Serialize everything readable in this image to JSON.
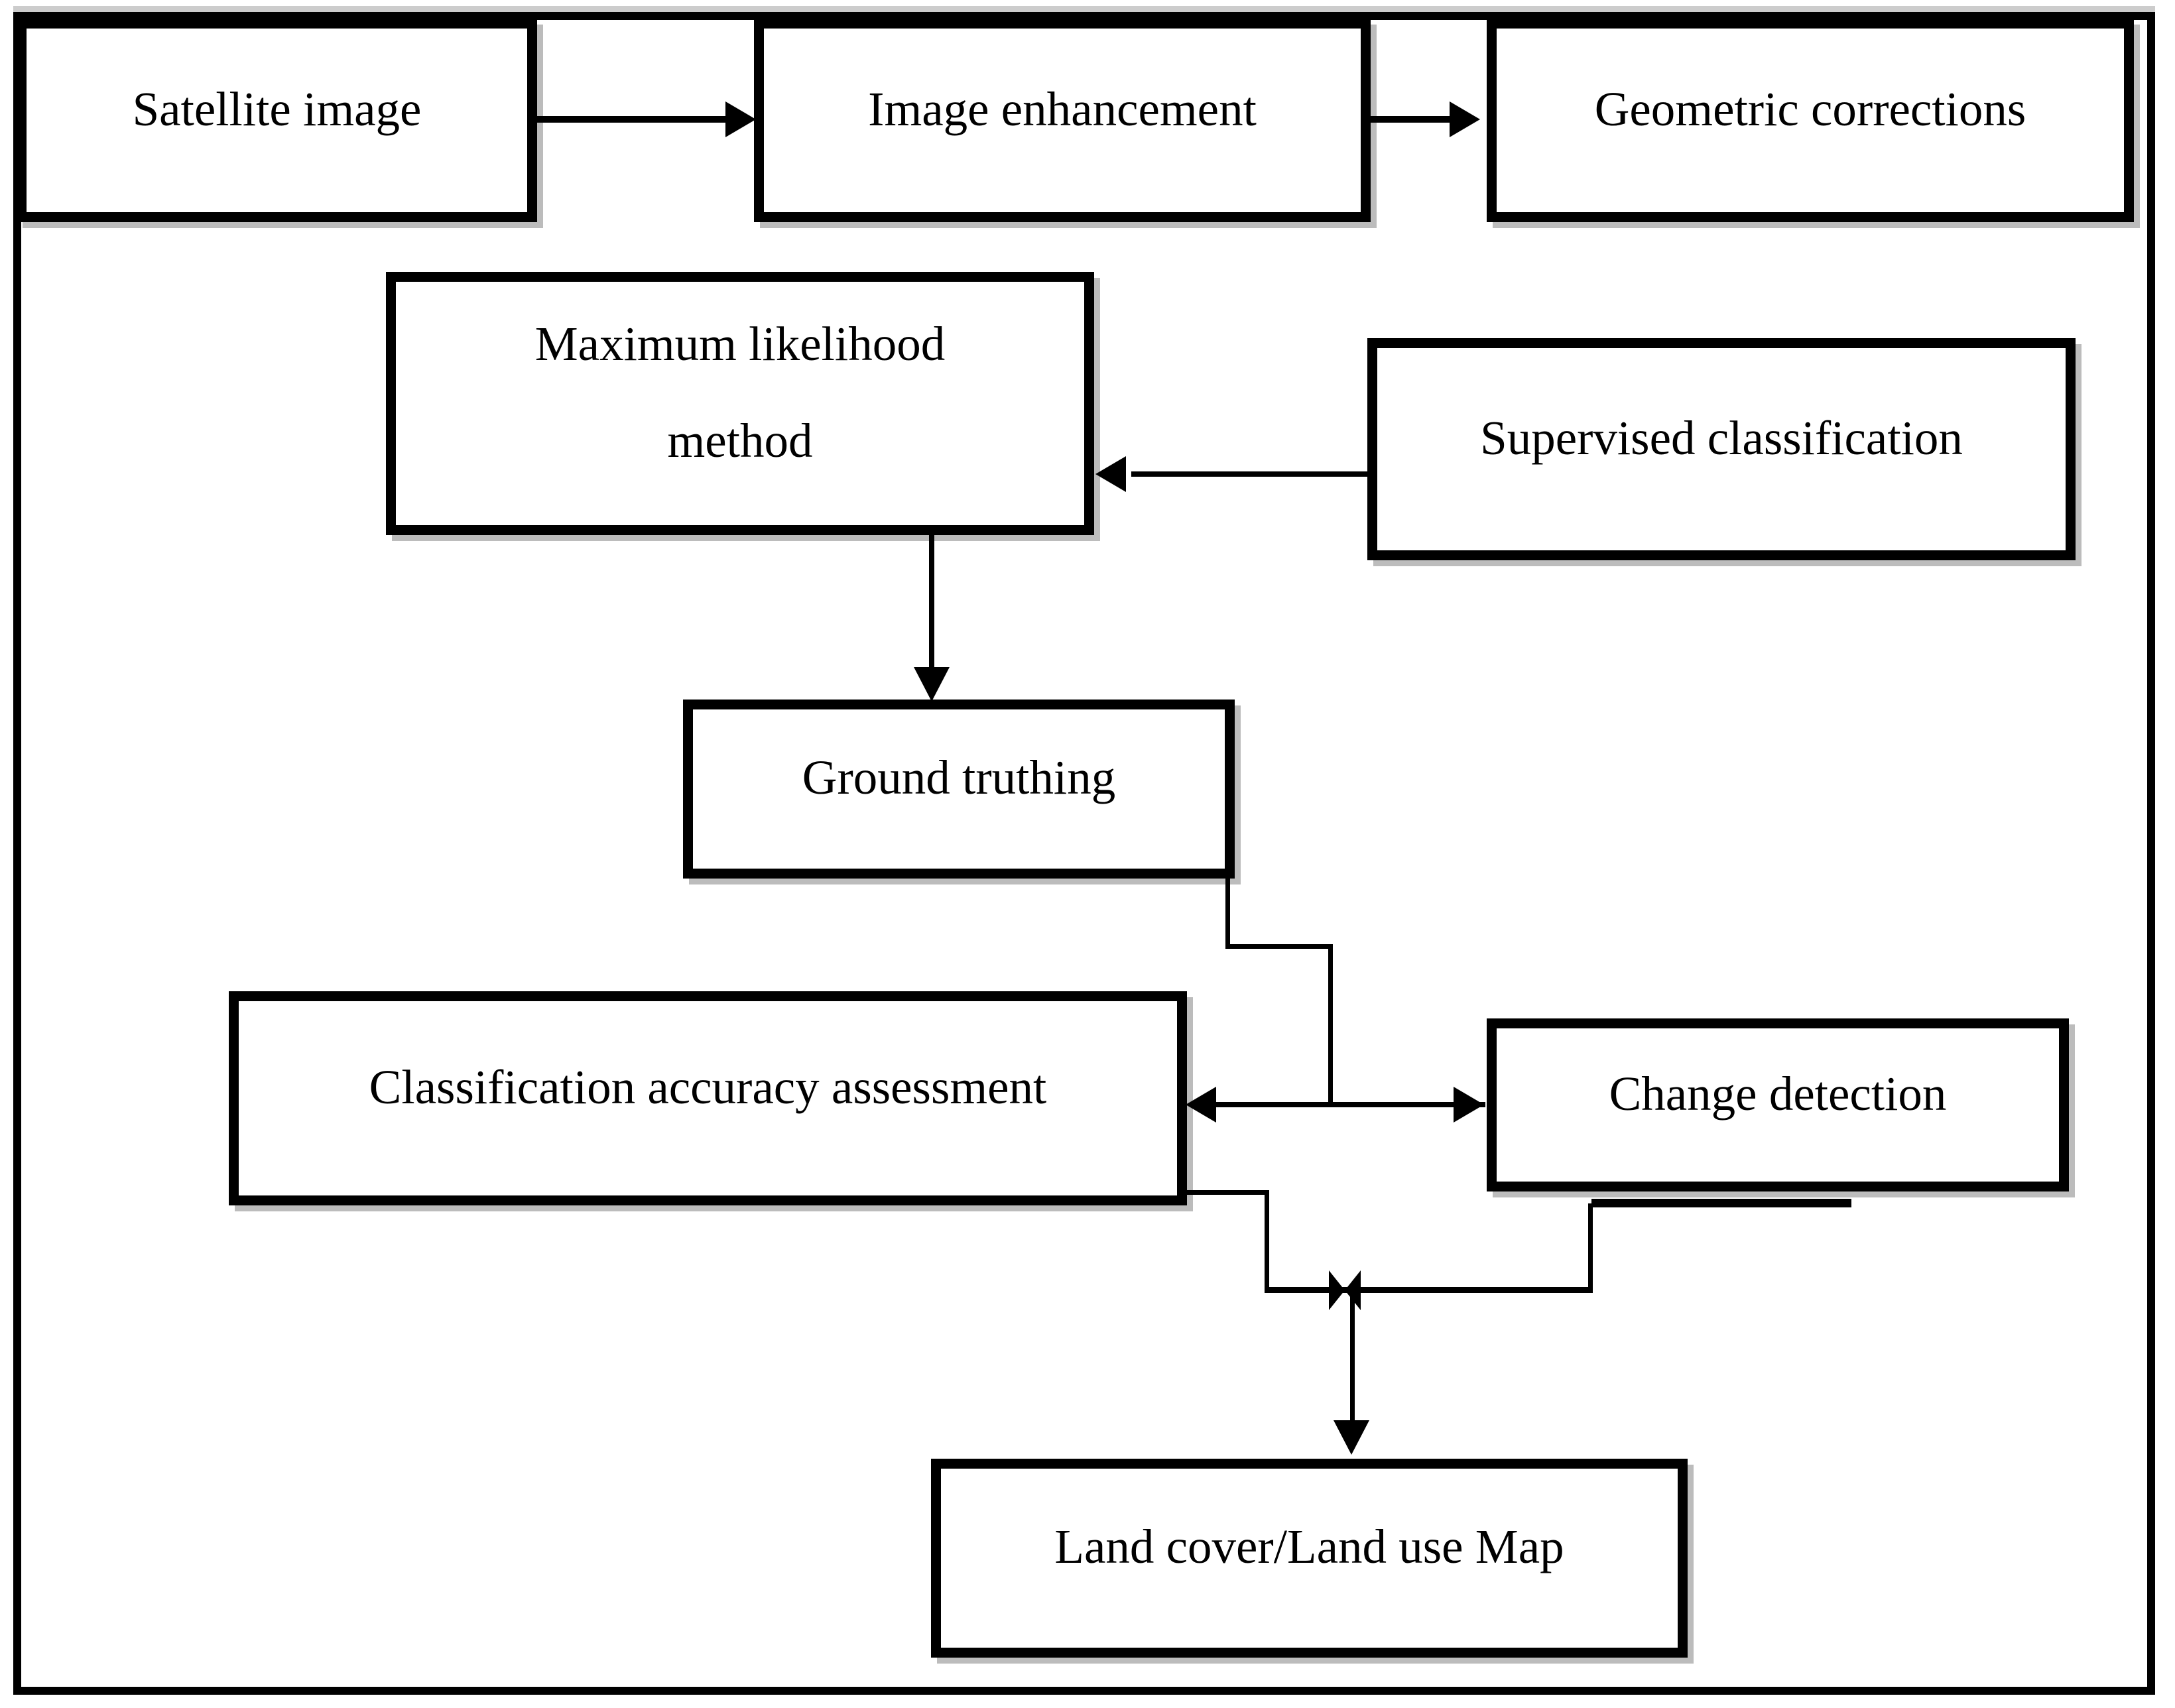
{
  "diagram": {
    "boxes": {
      "satellite": {
        "label": "Satellite image"
      },
      "enhancement": {
        "label": "Image enhancement"
      },
      "geometric": {
        "label": "Geometric corrections"
      },
      "max_likelihood": {
        "label": "Maximum likelihood method"
      },
      "supervised": {
        "label": "Supervised classification"
      },
      "ground_truthing": {
        "label": "Ground truthing"
      },
      "accuracy": {
        "label": "Classification accuracy assessment"
      },
      "change_detection": {
        "label": "Change detection"
      },
      "land_cover": {
        "label": "Land cover/Land use Map"
      }
    },
    "connections": [
      {
        "from": "Satellite image",
        "to": "Image enhancement",
        "type": "arrow-right"
      },
      {
        "from": "Image enhancement",
        "to": "Geometric corrections",
        "type": "arrow-right"
      },
      {
        "from": "Supervised classification",
        "to": "Maximum likelihood method",
        "type": "arrow-left"
      },
      {
        "from": "Maximum likelihood method",
        "to": "Ground truthing",
        "type": "arrow-down"
      },
      {
        "from": "Ground truthing",
        "to": "junction between assessment and change detection",
        "type": "elbow"
      },
      {
        "from": "Classification accuracy assessment",
        "to": "Change detection",
        "type": "double-headed-arrow"
      },
      {
        "from": "Classification accuracy assessment",
        "to": "Land cover/Land use Map",
        "type": "elbow-arrow"
      },
      {
        "from": "Change detection",
        "to": "Land cover/Land use Map",
        "type": "elbow-arrow"
      }
    ],
    "colors": {
      "line": "#000000",
      "fill": "#ffffff",
      "shadow": "#bcbcbc"
    }
  }
}
